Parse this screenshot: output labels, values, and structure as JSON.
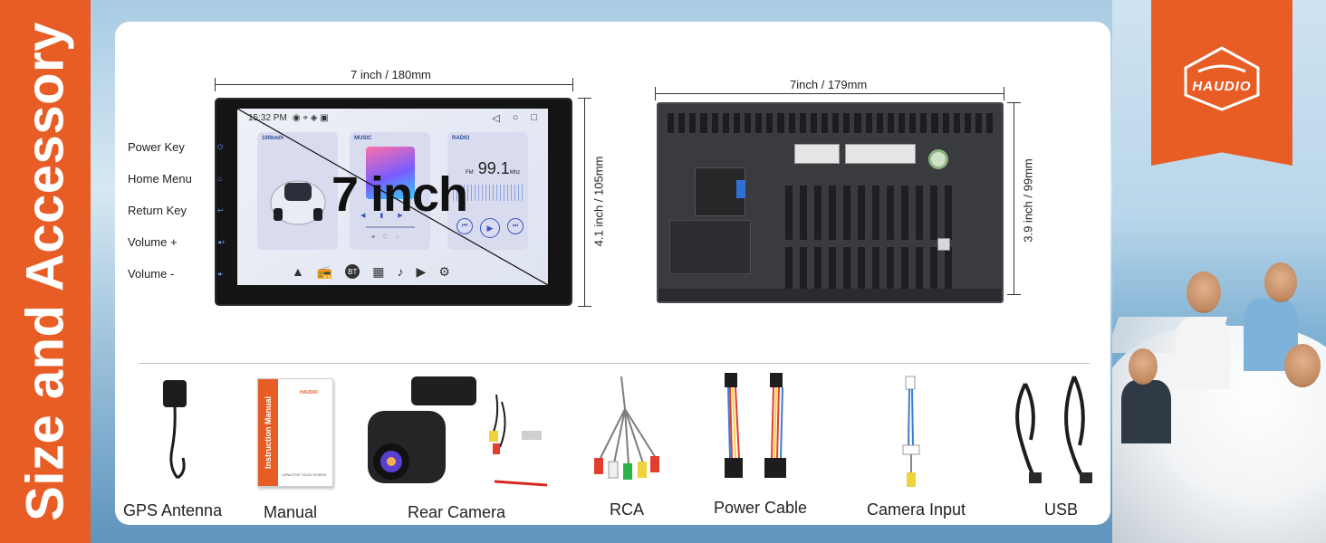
{
  "banner": {
    "title": "Size and Accessory"
  },
  "brand": {
    "logo_text": "HAUDIO",
    "accent": "#e85d26"
  },
  "front_unit": {
    "width_label": "7 inch / 180mm",
    "height_label": "4.1 inch / 105mm",
    "overlay_label": "7 inch",
    "keys": [
      "Power Key",
      "Home Menu",
      "Return Key",
      "Volume +",
      "Volume -"
    ],
    "screen": {
      "time": "15:32 PM",
      "tile_nav": "100km/h",
      "tile_music": "MUSIC",
      "tile_radio": "RADIO",
      "fm_band": "FM",
      "fm_freq": "99.1",
      "fm_unit": "Mhz",
      "dock_bt": "BT"
    }
  },
  "back_unit": {
    "width_label": "7inch / 179mm",
    "height_label": "3.9 inch / 99mm"
  },
  "manual": {
    "spine_text": "Instruction Manual",
    "brand": "HAUDIO",
    "footer": "CAPACITIVE TOUCH SCREEN"
  },
  "accessories": [
    "GPS Antenna",
    "Manual",
    "Rear Camera",
    "RCA",
    "Power Cable",
    "Camera Input",
    "USB"
  ]
}
